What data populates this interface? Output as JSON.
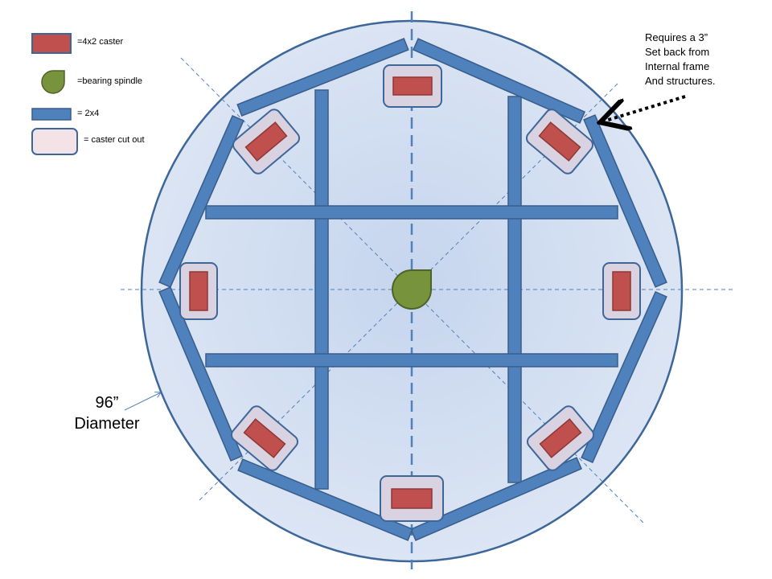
{
  "legend": {
    "caster": "=4x2 caster",
    "spindle": "=bearing spindle",
    "lumber": "= 2x4",
    "cutout": "= caster cut out"
  },
  "note": {
    "line1": "Requires a 3”",
    "line2": "Set back from",
    "line3": "Internal frame",
    "line4": "And structures."
  },
  "dimension": {
    "value": "96”",
    "label": "Diameter"
  },
  "colors": {
    "circle_fill": "#d5e0f0",
    "circle_stroke": "#3d6699",
    "board_fill": "#4f81bd",
    "board_stroke": "#385d8a",
    "caster_fill": "#c0504d",
    "caster_stroke": "#8c3836",
    "cutout_fill": "#d9d2e0",
    "cutout_stroke": "#3d6699",
    "spindle_fill": "#77933c",
    "spindle_stroke": "#4f6228",
    "guide_line": "#4f81bd"
  },
  "icons": {
    "caster": "caster-icon",
    "spindle": "bearing-spindle-icon",
    "lumber": "lumber-2x4-icon",
    "cutout": "caster-cutout-icon"
  }
}
